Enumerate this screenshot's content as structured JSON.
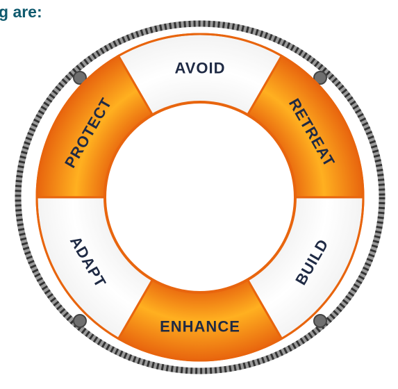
{
  "header": {
    "text": "g are:"
  },
  "lifebuoy": {
    "segments": [
      {
        "label": "AVOID",
        "style": "white"
      },
      {
        "label": "RETREAT",
        "style": "orange"
      },
      {
        "label": "BUILD",
        "style": "white"
      },
      {
        "label": "ENHANCE",
        "style": "orange"
      },
      {
        "label": "ADAPT",
        "style": "white"
      },
      {
        "label": "PROTECT",
        "style": "orange"
      }
    ]
  },
  "colors": {
    "orange_dark": "#e8650e",
    "orange_light": "#ffb020",
    "label": "#1f2a44",
    "rope": "#4a4a4a",
    "heading": "#0f5a6e"
  }
}
